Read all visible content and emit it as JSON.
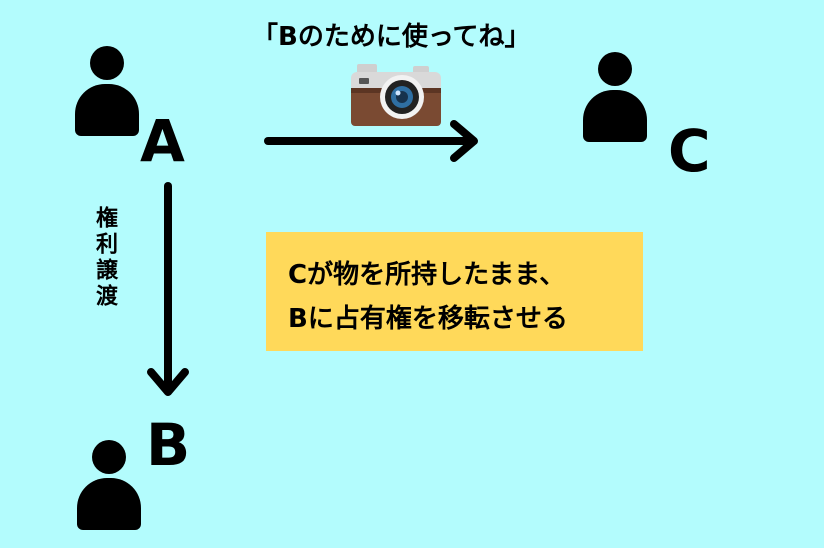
{
  "quote_text": "「Bのために使ってね」",
  "people": {
    "a_label": "A",
    "b_label": "B",
    "c_label": "C"
  },
  "vertical_arrow_label": "権利譲渡",
  "note": {
    "line1": "Cが物を所持したまま、",
    "line2": "Bに占有権を移転させる"
  },
  "icons": {
    "person": "person-icon",
    "camera": "camera-icon"
  },
  "colors": {
    "background": "#b3fcfd",
    "note_background": "#ffd95a",
    "camera_body": "#7a4a32",
    "camera_top": "#d9d9d9"
  }
}
